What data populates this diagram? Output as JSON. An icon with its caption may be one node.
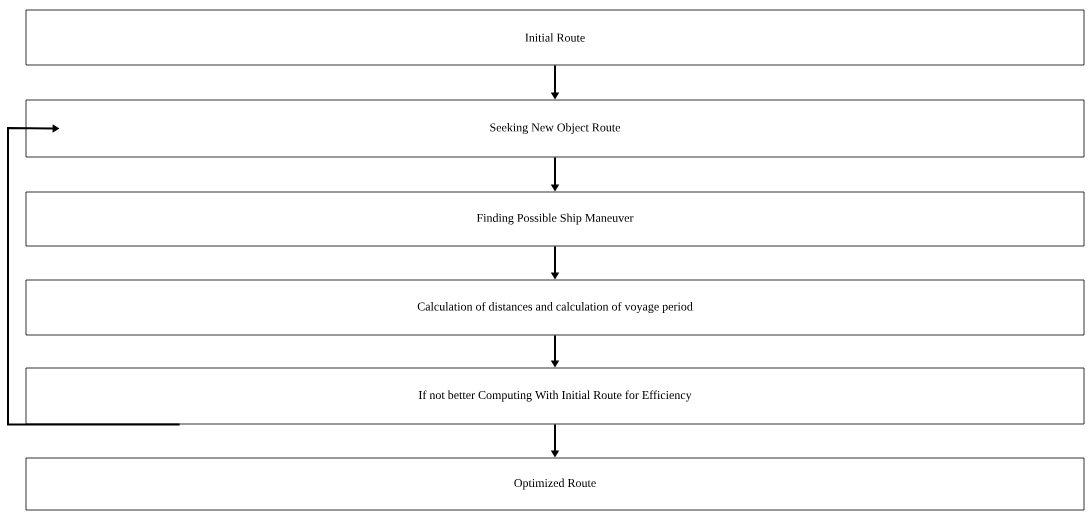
{
  "diagram": {
    "nodes": [
      {
        "text": [
          "Initial Route"
        ]
      },
      {
        "text": [
          "Seeking New Object Route"
        ]
      },
      {
        "text": [
          "Finding Possible Ship Maneuver"
        ]
      },
      {
        "text": [
          "Calculation of distances and calculation of voyage period"
        ]
      },
      {
        "text": [
          "If not better Computing With Initial Route for Efficiency"
        ]
      },
      {
        "text": [
          "Optimized Route"
        ]
      }
    ],
    "edges": [
      {
        "from": 0,
        "to": 1,
        "arrow": "to"
      },
      {
        "from": 1,
        "to": 2,
        "arrow": "to"
      },
      {
        "from": 2,
        "to": 3,
        "arrow": "to"
      },
      {
        "from": 3,
        "to": 4,
        "arrow": "to"
      },
      {
        "from": 4,
        "to": 5,
        "arrow": "to"
      },
      {
        "from": 4,
        "to": 1,
        "arrow": "to"
      }
    ]
  }
}
